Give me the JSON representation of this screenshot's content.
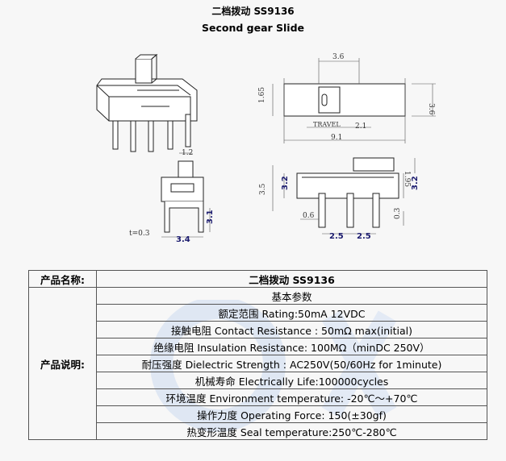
{
  "title_cn": "二档拨动 SS9136",
  "title_en": "Second gear Slide",
  "dims": {
    "top_width": "3.6",
    "left_h": "1.65",
    "right_h": "3.6",
    "travel": "TRAVEL",
    "travel_val": "2.1",
    "total_w": "9.1",
    "side_top": "1.2",
    "side_h": "3.1",
    "t_label": "t=0.3",
    "side_w": "3.4",
    "front_h_a": "3.5",
    "front_h_b": "3.2",
    "front_tab": "1.95",
    "front_r_h": "3.2",
    "front_r_low": "0.3",
    "pin_w": "0.6",
    "pitch1": "2.5",
    "pitch2": "2.5"
  },
  "table": {
    "name_label": "产品名称:",
    "name_value": "二档拨动 SS9136",
    "desc_label": "产品说明:",
    "rows": [
      "基本参数",
      "额定范围 Rating:50mA 12VDC",
      "接触电阻 Contact Resistance : 50mΩ max(initial)",
      "绝缘电阻 Insulation Resistance: 100MΩ（minDC 250V）",
      "耐压强度 Dielectric Strength :    AC250V(50/60Hz for 1minute)",
      "机械寿命 Electrically Life:100000cycles",
      "环境温度 Environment temperature: -20℃～+70℃",
      "操作力度 Operating Force: 150(±30gf)",
      "热变形温度 Seal temperature:250℃-280℃"
    ]
  }
}
